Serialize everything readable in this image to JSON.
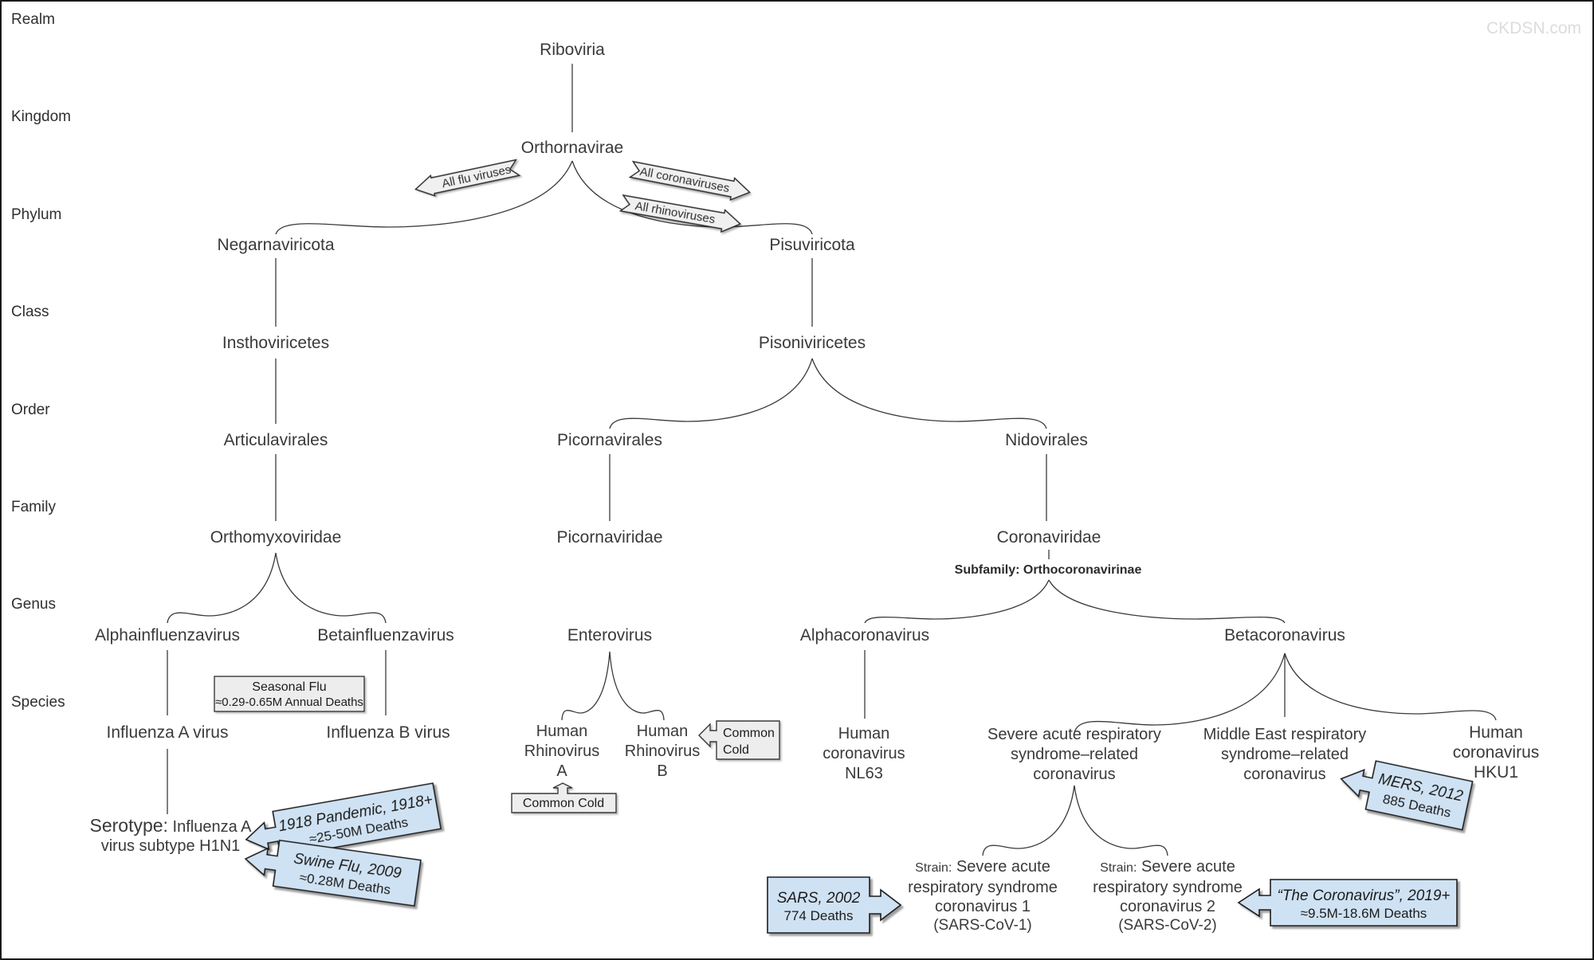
{
  "watermark": "CKDSN.com",
  "ranks": {
    "realm": "Realm",
    "kingdom": "Kingdom",
    "phylum": "Phylum",
    "class": "Class",
    "order": "Order",
    "family": "Family",
    "genus": "Genus",
    "species": "Species"
  },
  "nodes": {
    "riboviria": "Riboviria",
    "orthornavirae": "Orthornavirae",
    "negarnaviricota": "Negarnaviricota",
    "pisuviricota": "Pisuviricota",
    "insthoviricetes": "Insthoviricetes",
    "pisoniviricetes": "Pisoniviricetes",
    "articulavirales": "Articulavirales",
    "picornavirales": "Picornavirales",
    "nidovirales": "Nidovirales",
    "orthomyxoviridae": "Orthomyxoviridae",
    "picornaviridae": "Picornaviridae",
    "coronaviridae": "Coronaviridae",
    "subfamily": "Subfamily: Orthocoronavirinae",
    "alphainfluenzavirus": "Alphainfluenzavirus",
    "betainfluenzavirus": "Betainfluenzavirus",
    "enterovirus": "Enterovirus",
    "alphacoronavirus": "Alphacoronavirus",
    "betacoronavirus": "Betacoronavirus",
    "influenza_a": "Influenza A virus",
    "influenza_b": "Influenza B virus",
    "hrv_a": "Human\nRhinovirus\nA",
    "hrv_b": "Human\nRhinovirus\nB",
    "nl63": "Human\ncoronavirus\nNL63",
    "sars_related": "Severe acute respiratory\nsyndrome–related\ncoronavirus",
    "mers_related": "Middle East respiratory\nsyndrome–related\ncoronavirus",
    "hku1": "Human coronavirus HKU1"
  },
  "serotype": {
    "prefix": "Serotype:",
    "value": "Influenza A virus subtype H1N1"
  },
  "strains": {
    "cov1": {
      "prefix": "Strain:",
      "name": "Severe acute respiratory syndrome coronavirus 1",
      "code": "(SARS-CoV-1)"
    },
    "cov2": {
      "prefix": "Strain:",
      "name": "Severe acute respiratory syndrome coronavirus 2",
      "code": "(SARS-CoV-2)"
    }
  },
  "ribbons": {
    "flu": "All flu viruses",
    "corona": "All coronaviruses",
    "rhino": "All rhinoviruses"
  },
  "callouts": {
    "seasonal_flu": {
      "line1": "Seasonal Flu",
      "line2": "≈0.29-0.65M Annual Deaths"
    },
    "common_cold_a": "Common Cold",
    "common_cold_b": {
      "line1": "Common",
      "line2": "Cold"
    },
    "pandemic_1918": {
      "line1": "1918 Pandemic, 1918+",
      "line2": "≈25-50M Deaths"
    },
    "swine_flu": {
      "line1": "Swine Flu, 2009",
      "line2": "≈0.28M Deaths"
    },
    "sars_2002": {
      "line1": "SARS, 2002",
      "line2": "774 Deaths"
    },
    "mers_2012": {
      "line1": "MERS, 2012",
      "line2": "885 Deaths"
    },
    "coronavirus_2019": {
      "line1": "“The Coronavirus”, 2019+",
      "line2": "≈9.5M-18.6M Deaths"
    }
  },
  "colors": {
    "callout_blue": "#cfe2f3",
    "callout_gray": "#ededed",
    "line": "#3a3a3a",
    "watermark": "#dcdcdc"
  }
}
